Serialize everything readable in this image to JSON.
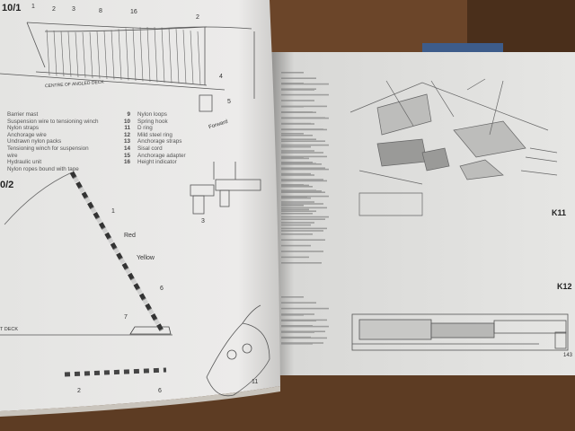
{
  "left_page": {
    "figure_1": {
      "label": "10/1",
      "callouts": [
        "1",
        "2",
        "3",
        "8",
        "16",
        "2",
        "4",
        "5"
      ],
      "deck_label": "CENTRE OF ANGLED DECK",
      "direction_label": "Forward"
    },
    "legend": {
      "col1": [
        {
          "text": "Barrier mast"
        },
        {
          "text": "Suspension wire to tensioning winch"
        },
        {
          "text": "Nylon straps"
        },
        {
          "text": "Anchorage wire"
        },
        {
          "text": "Undrawn nylon packs"
        },
        {
          "text": "Tensioning winch for suspension"
        },
        {
          "text": "wire"
        },
        {
          "text": "Hydraulic unit"
        },
        {
          "text": "Nylon ropes bound with tape"
        }
      ],
      "col2": [
        {
          "num": "9",
          "text": "Nylon loops"
        },
        {
          "num": "10",
          "text": "Spring hook"
        },
        {
          "num": "11",
          "text": "D ring"
        },
        {
          "num": "12",
          "text": "Mild steel ring"
        },
        {
          "num": "13",
          "text": "Anchorage straps"
        },
        {
          "num": "14",
          "text": "Sisal cord"
        },
        {
          "num": "15",
          "text": "Anchorage adapter"
        },
        {
          "num": "16",
          "text": "Height indicator"
        }
      ]
    },
    "figure_2": {
      "label": "0/2",
      "colour_labels": [
        "Red",
        "Yellow"
      ],
      "callouts": [
        "1",
        "6",
        "7",
        "2",
        "6",
        "3",
        "11"
      ],
      "deck_label": "T DECK"
    }
  },
  "right_page": {
    "figure_k11": {
      "label": "K11"
    },
    "figure_k12": {
      "label": "K12"
    },
    "page_number": "143"
  },
  "colors": {
    "paper": "#e9e9e6",
    "wood": "#5a3a22",
    "ink": "#333333"
  }
}
